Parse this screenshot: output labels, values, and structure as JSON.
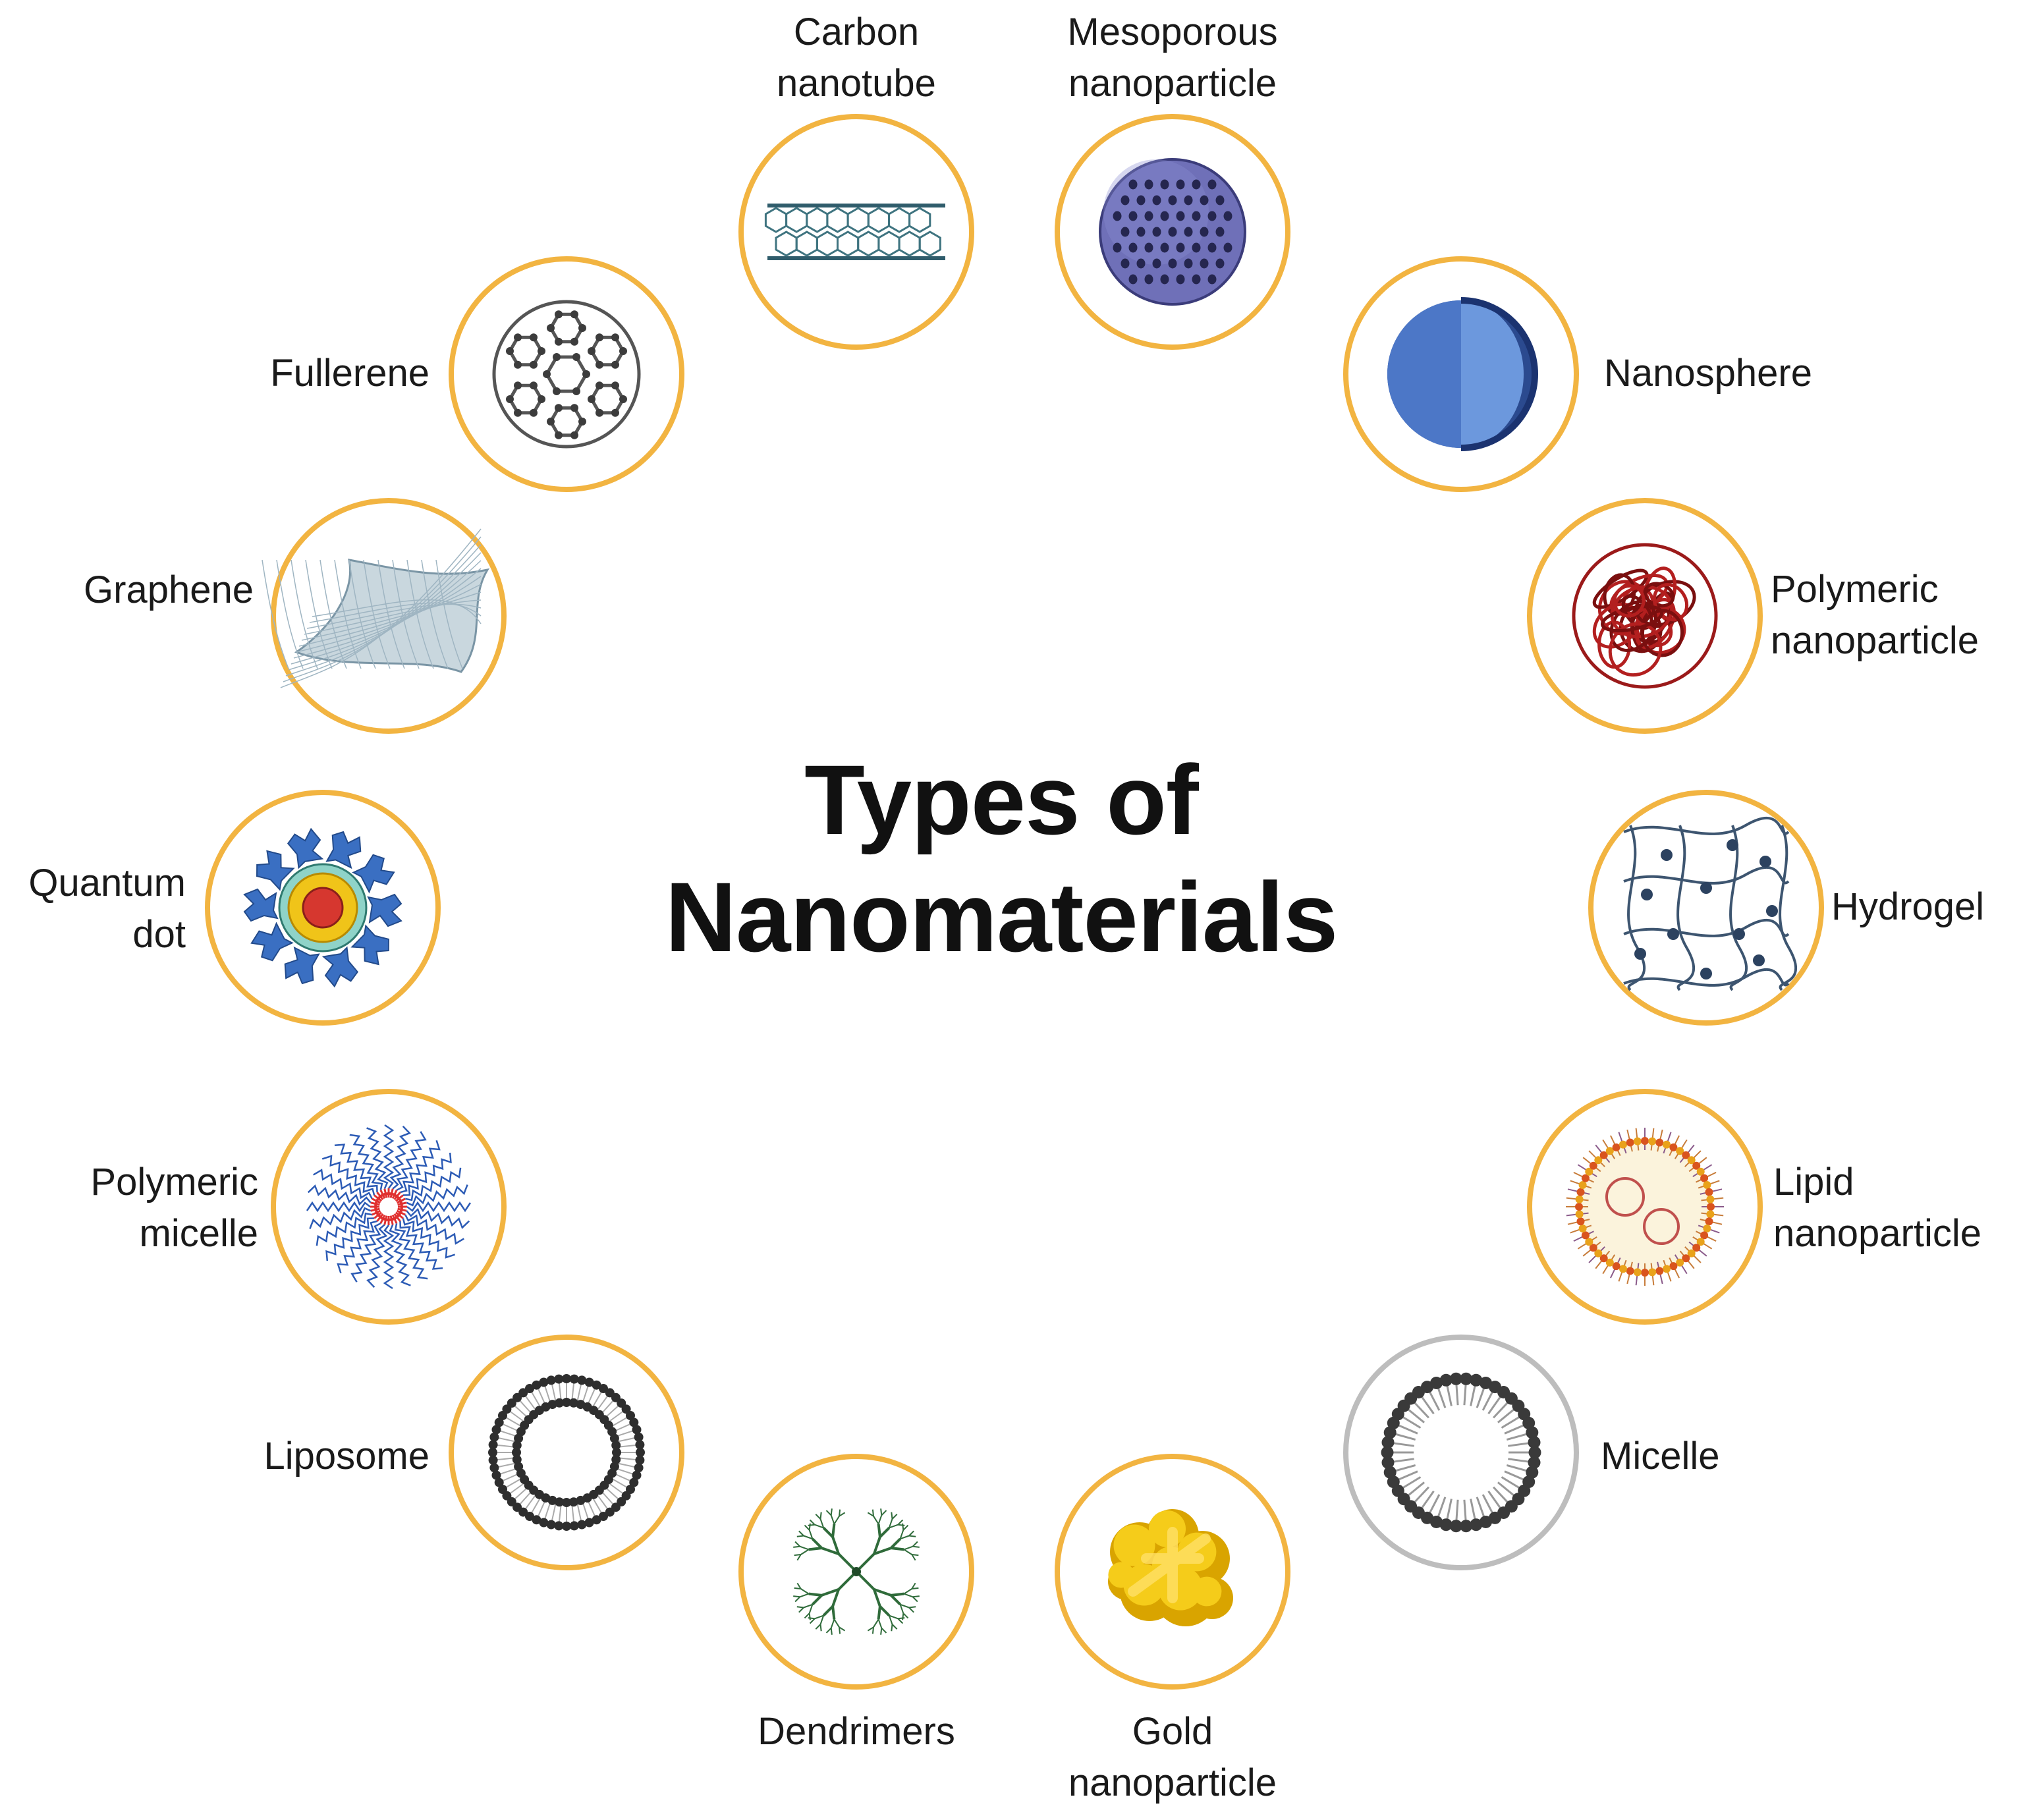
{
  "title": {
    "line1": "Types of",
    "line2": "Nanomaterials"
  },
  "colors": {
    "ring": "#F2B441",
    "ring_gray": "#BDBDBD",
    "text": "#1A1A1A"
  },
  "items": [
    {
      "id": "carbon-nanotube",
      "lines": [
        "Carbon",
        "nanotube"
      ],
      "icon": "carbon-nanotube-icon"
    },
    {
      "id": "mesoporous-nanoparticle",
      "lines": [
        "Mesoporous",
        "nanoparticle"
      ],
      "icon": "mesoporous-sphere-icon"
    },
    {
      "id": "nanosphere",
      "lines": [
        "Nanosphere"
      ],
      "icon": "nanosphere-icon"
    },
    {
      "id": "polymeric-nanoparticle",
      "lines": [
        "Polymeric",
        "nanoparticle"
      ],
      "icon": "polymer-coil-icon"
    },
    {
      "id": "hydrogel",
      "lines": [
        "Hydrogel"
      ],
      "icon": "hydrogel-network-icon"
    },
    {
      "id": "lipid-nanoparticle",
      "lines": [
        "Lipid",
        "nanoparticle"
      ],
      "icon": "lipid-nanoparticle-icon"
    },
    {
      "id": "micelle",
      "lines": [
        "Micelle"
      ],
      "icon": "micelle-icon"
    },
    {
      "id": "gold-nanoparticle",
      "lines": [
        "Gold",
        "nanoparticle"
      ],
      "icon": "gold-nanoparticle-icon"
    },
    {
      "id": "dendrimers",
      "lines": [
        "Dendrimers"
      ],
      "icon": "dendrimer-icon"
    },
    {
      "id": "liposome",
      "lines": [
        "Liposome"
      ],
      "icon": "liposome-icon"
    },
    {
      "id": "polymeric-micelle",
      "lines": [
        "Polymeric",
        "micelle"
      ],
      "icon": "polymeric-micelle-icon"
    },
    {
      "id": "quantum-dot",
      "lines": [
        "Quantum",
        "dot"
      ],
      "icon": "quantum-dot-icon"
    },
    {
      "id": "graphene",
      "lines": [
        "Graphene"
      ],
      "icon": "graphene-sheet-icon"
    },
    {
      "id": "fullerene",
      "lines": [
        "Fullerene"
      ],
      "icon": "fullerene-icon"
    }
  ]
}
